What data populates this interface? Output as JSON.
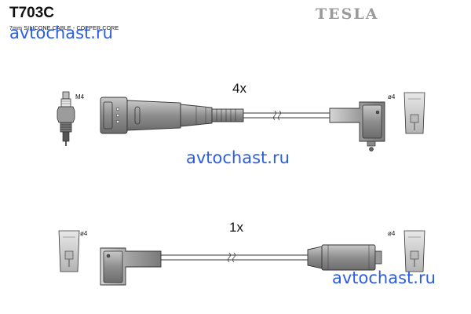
{
  "header": {
    "part_number": "T703C",
    "subtitle": "7mm SILICONE CABLE - COPPER CORE",
    "brand": "TESLA"
  },
  "watermarks": [
    "avtochast.ru",
    "avtochast.ru",
    "avtochast.ru"
  ],
  "leads": [
    {
      "quantity": "4x",
      "plug_label": "M4",
      "cap_label": "ø4"
    },
    {
      "quantity": "1x",
      "left_cap_label": "ø4",
      "right_cap_label": "ø4"
    }
  ]
}
